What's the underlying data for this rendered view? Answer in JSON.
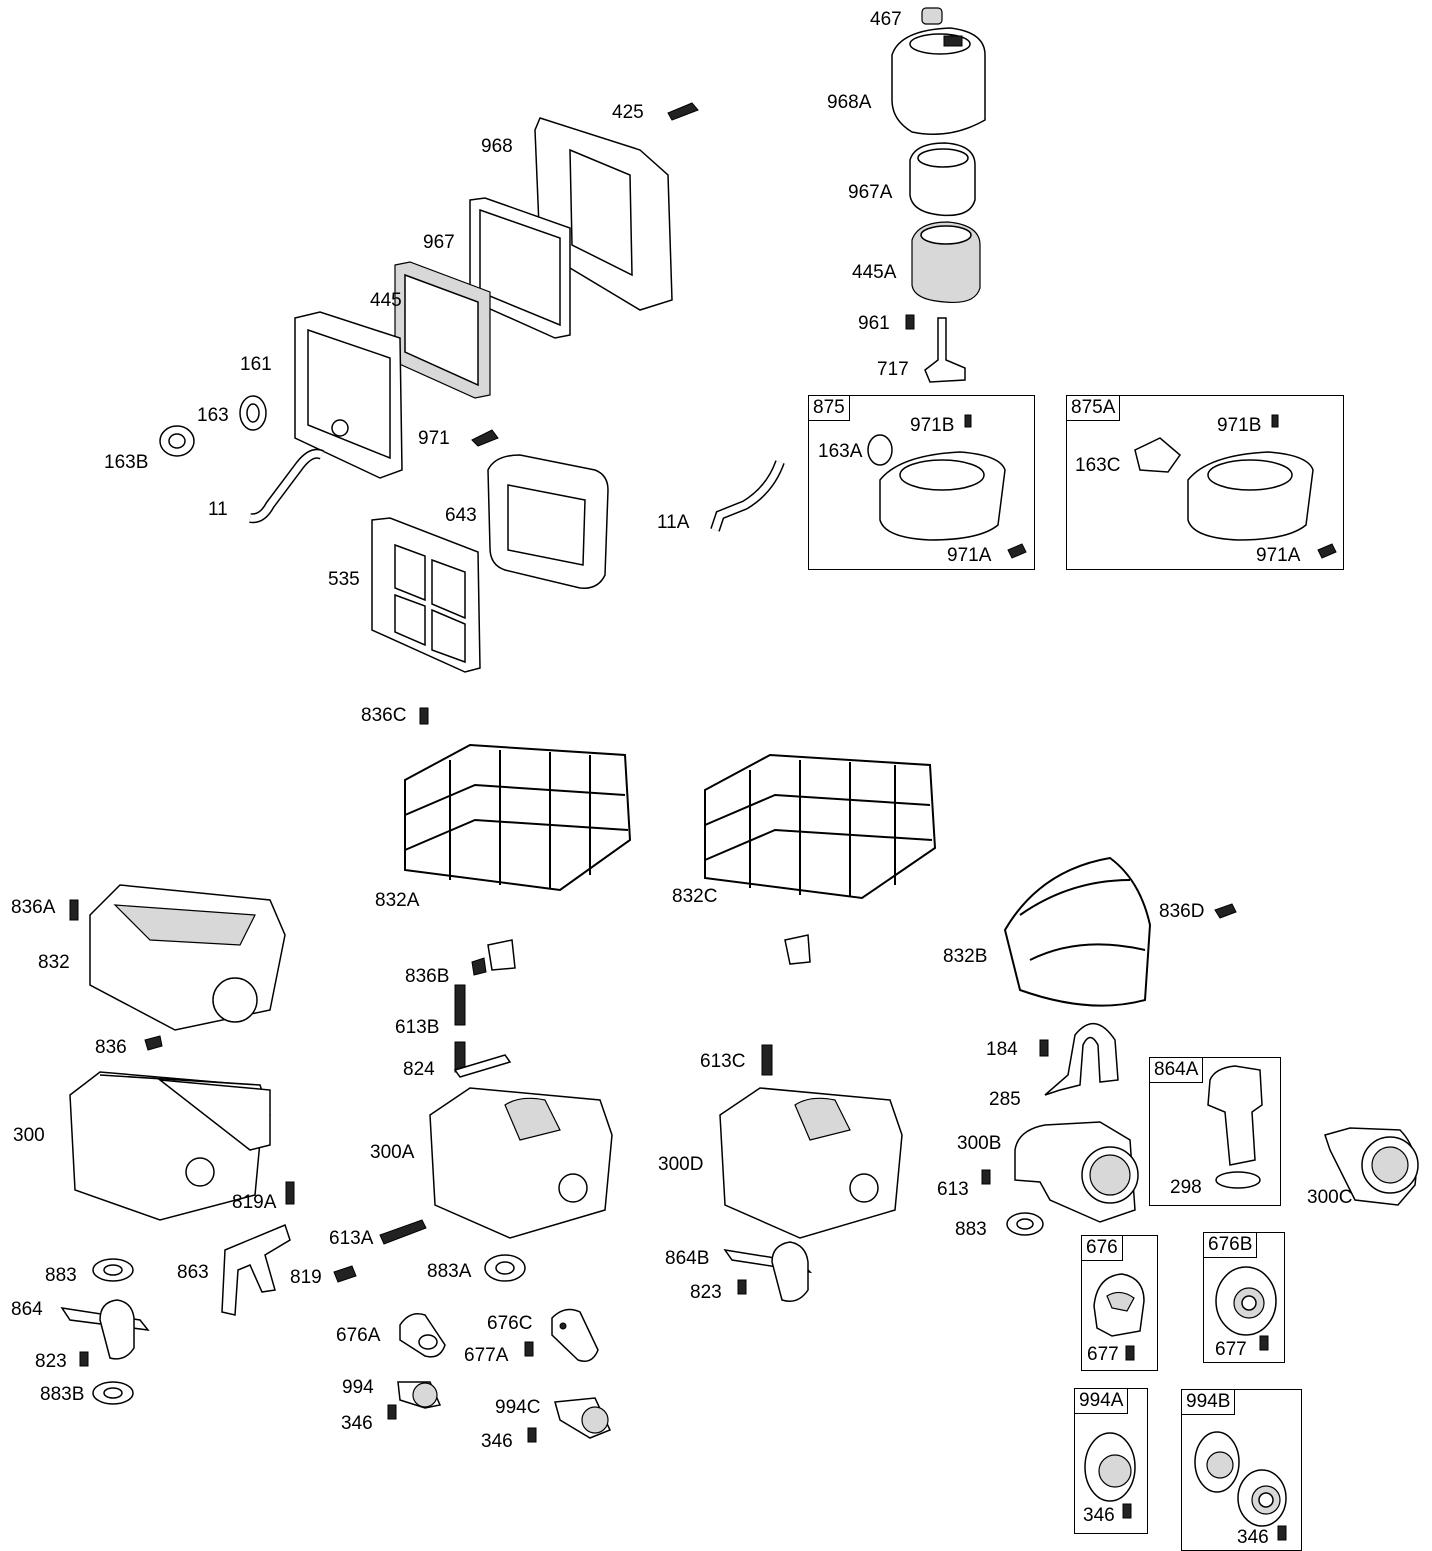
{
  "groups": {
    "g875": "875",
    "g875A": "875A",
    "g864A": "864A",
    "g676": "676",
    "g676B": "676B",
    "g994A": "994A",
    "g994B": "994B"
  },
  "labels": {
    "p467": "467",
    "p968A": "968A",
    "p967A": "967A",
    "p445A": "445A",
    "p961": "961",
    "p717": "717",
    "p425": "425",
    "p968": "968",
    "p967": "967",
    "p445": "445",
    "p161": "161",
    "p163": "163",
    "p163B": "163B",
    "p971": "971",
    "p11": "11",
    "p643": "643",
    "p535": "535",
    "p11A": "11A",
    "p163A": "163A",
    "p971B_1": "971B",
    "p971A_1": "971A",
    "p163C": "163C",
    "p971B_2": "971B",
    "p971A_2": "971A",
    "p836C": "836C",
    "p832A": "832A",
    "p832C": "832C",
    "p836A": "836A",
    "p832": "832",
    "p836B": "836B",
    "p832B": "832B",
    "p836D": "836D",
    "p613B": "613B",
    "p824": "824",
    "p836": "836",
    "p613C": "613C",
    "p184": "184",
    "p285": "285",
    "p300": "300",
    "p300A": "300A",
    "p300D": "300D",
    "p300B": "300B",
    "p298": "298",
    "p300C": "300C",
    "p613": "613",
    "p883_1": "883",
    "p819A": "819A",
    "p613A": "613A",
    "p883A": "883A",
    "p863": "863",
    "p819": "819",
    "p883_2": "883",
    "p864": "864",
    "p823_1": "823",
    "p883B": "883B",
    "p864B": "864B",
    "p823_2": "823",
    "p677_1": "677",
    "p677_2": "677",
    "p676A": "676A",
    "p676C": "676C",
    "p677A": "677A",
    "p994": "994",
    "p346_1": "346",
    "p994C": "994C",
    "p346_2": "346",
    "p346_3": "346",
    "p346_4": "346"
  }
}
